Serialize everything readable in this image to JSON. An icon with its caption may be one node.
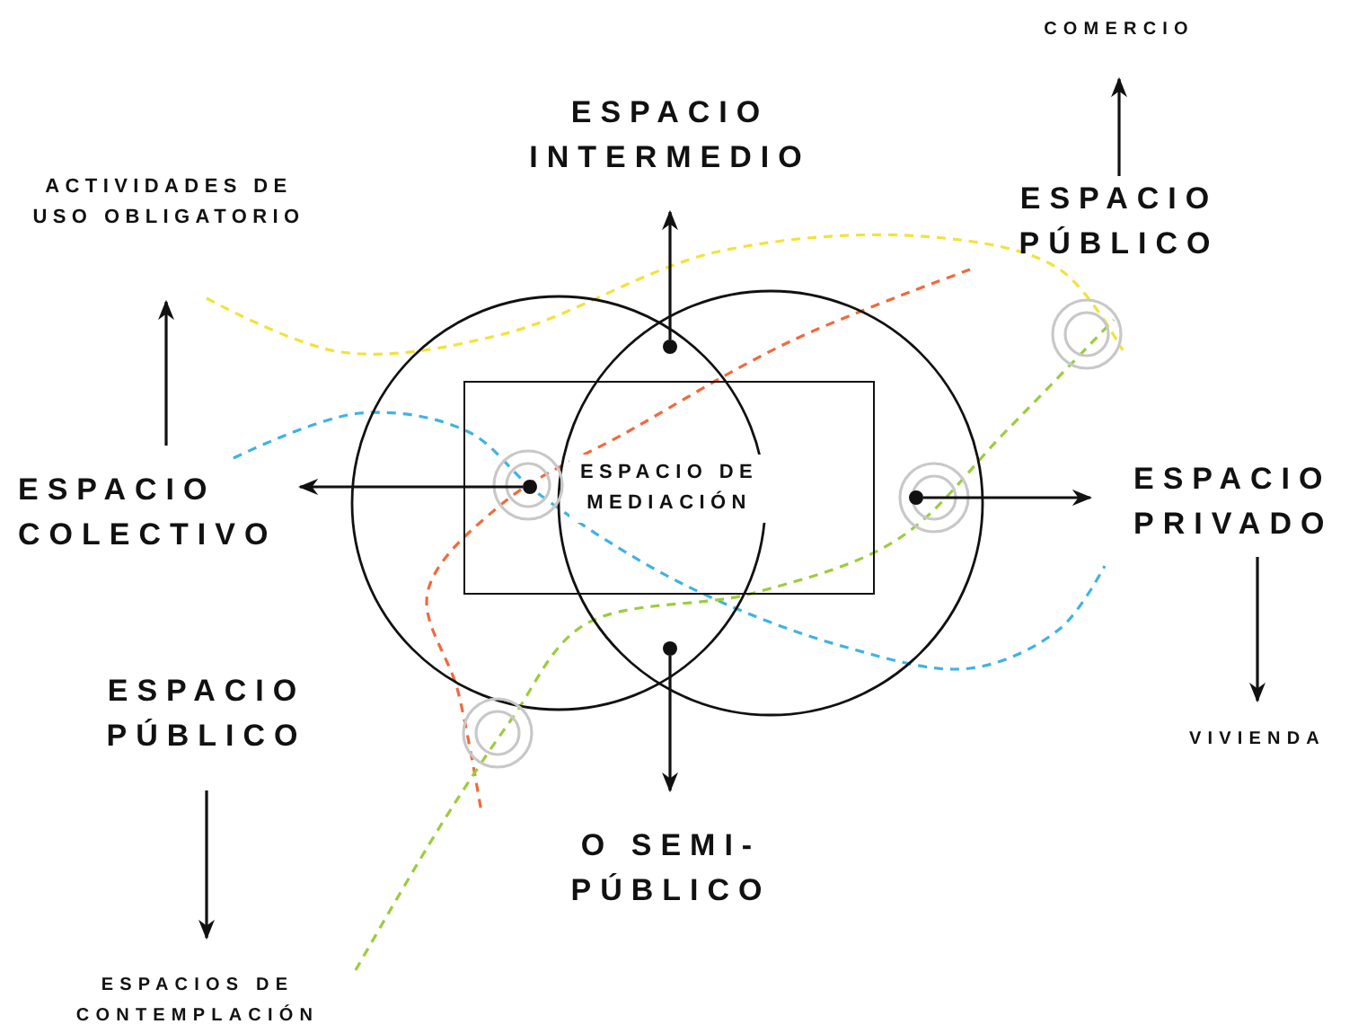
{
  "diagram": {
    "nodes": [
      {
        "text": [
          "ESPACIO INTERMEDIO"
        ]
      },
      {
        "text": [
          "COMERCIO"
        ]
      },
      {
        "text": [
          "ESPACIO PÚBLICO"
        ]
      },
      {
        "text": [
          "ACTIVIDADES DE USO OBLIGATORIO"
        ]
      },
      {
        "text": [
          "ESPACIO COLECTIVO"
        ]
      },
      {
        "text": [
          "ESPACIO DE MEDIACIÓN"
        ]
      },
      {
        "text": [
          "ESPACIO PRIVADO"
        ]
      },
      {
        "text": [
          "ESPACIO PÚBLICO"
        ]
      },
      {
        "text": [
          "VIVIENDA"
        ]
      },
      {
        "text": [
          "O SEMI- PÚBLICO"
        ]
      },
      {
        "text": [
          "ESPACIOS DE CONTEMPLACIÓN"
        ]
      },
      {
        "text": [],
        "shape": "circle"
      },
      {
        "text": [],
        "shape": "circle",
        "in": 5
      },
      {
        "text": [],
        "shape": "circle"
      },
      {
        "text": [],
        "shape": "circle"
      }
    ],
    "edges": [
      {
        "from": 11,
        "to": 0,
        "arrow": "to"
      },
      {
        "from": 12,
        "to": 4,
        "arrow": "to"
      },
      {
        "from": 13,
        "to": 6,
        "arrow": "to"
      },
      {
        "from": 14,
        "to": 9,
        "arrow": "to"
      },
      {
        "from": 2,
        "to": 1,
        "arrow": "to"
      },
      {
        "from": 4,
        "to": 3,
        "arrow": "to"
      },
      {
        "from": 6,
        "to": 8,
        "arrow": "to"
      },
      {
        "from": 7,
        "to": 10,
        "arrow": "to"
      }
    ]
  }
}
